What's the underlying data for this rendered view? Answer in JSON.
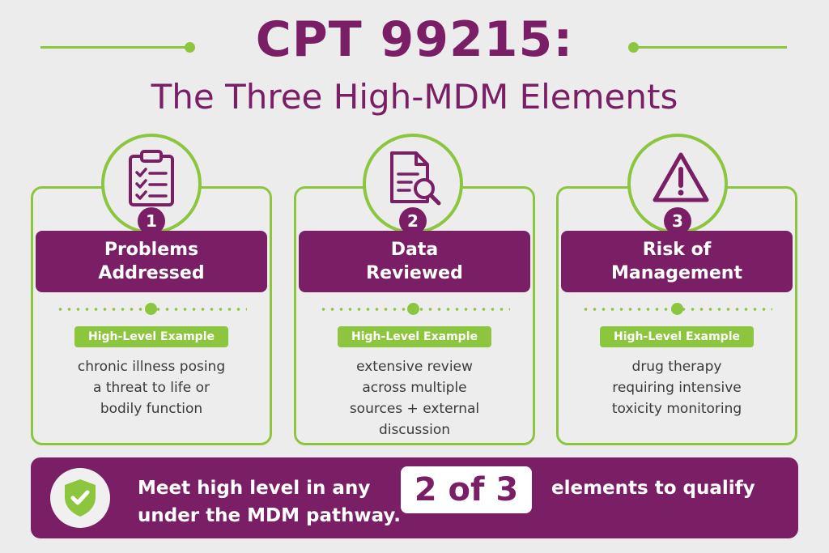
{
  "title": {
    "main": "CPT 99215:",
    "sub": "The Three High-MDM Elements"
  },
  "colors": {
    "brand_purple": "#7a1f66",
    "accent_green": "#8cc63f",
    "background": "#ececec"
  },
  "cards": [
    {
      "number": "1",
      "icon": "clipboard-checklist-icon",
      "heading_line1": "Problems",
      "heading_line2": "Addressed",
      "pill": "High-Level Example",
      "desc_lines": [
        "chronic illness posing",
        "a threat to life or",
        "bodily function"
      ]
    },
    {
      "number": "2",
      "icon": "document-search-icon",
      "heading_line1": "Data",
      "heading_line2": "Reviewed",
      "pill": "High-Level Example",
      "desc_lines": [
        "extensive review",
        "across multiple",
        "sources + external",
        "discussion"
      ]
    },
    {
      "number": "3",
      "icon": "warning-triangle-icon",
      "heading_line1": "Risk of",
      "heading_line2": "Management",
      "pill": "High-Level Example",
      "desc_lines": [
        "drug therapy",
        "requiring intensive",
        "toxicity monitoring"
      ]
    }
  ],
  "banner": {
    "icon": "shield-check-icon",
    "line1": "Meet high level in any",
    "highlight": "2 of 3",
    "line1_end": "elements to qualify",
    "line2": "under the MDM pathway."
  }
}
